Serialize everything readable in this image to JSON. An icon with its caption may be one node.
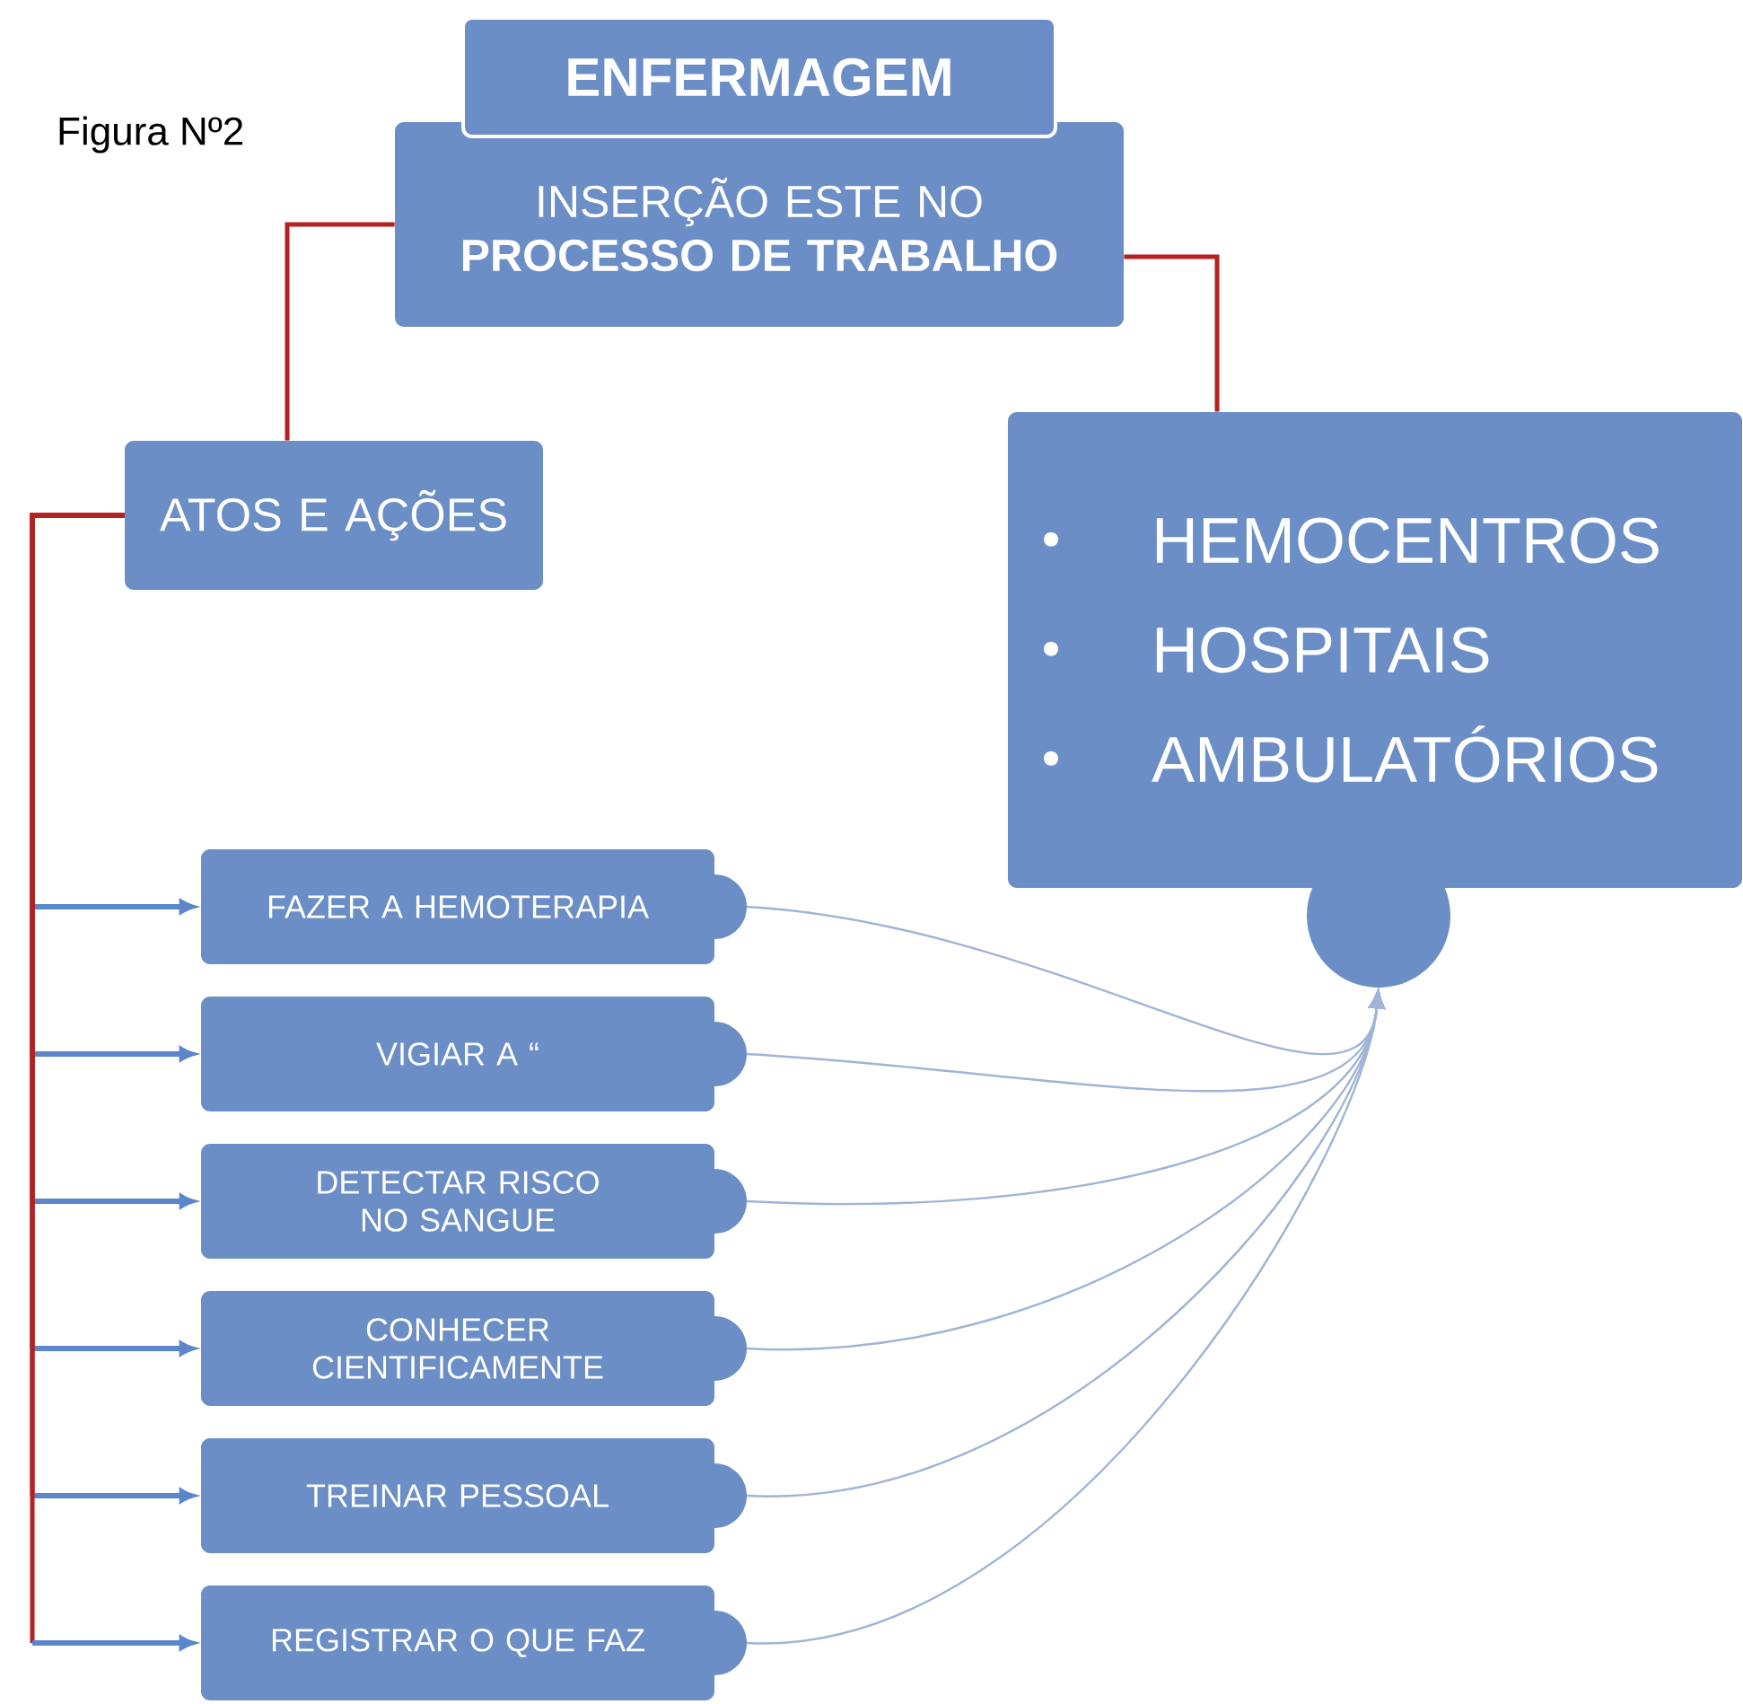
{
  "diagram": {
    "nodes": [
      {
        "text": [
          "ENFERMAGEM"
        ]
      },
      {
        "text": [
          "INSERÇÃO ESTE NO **PROCESSO DE TRABALHO**"
        ]
      },
      {
        "text": [
          "ATOS E AÇÕES"
        ]
      },
      {
        "text": [
          "HEMOCENTROS",
          "HOSPITAIS",
          "AMBULATÓRIOS"
        ]
      },
      {
        "text": [
          "FAZER A HEMOTERAPIA"
        ]
      },
      {
        "text": [
          "VIGIAR A “"
        ]
      },
      {
        "text": [
          "DETECTAR RISCO NO SANGUE"
        ]
      },
      {
        "text": [
          "CONHECER CIENTIFICAMENTE"
        ]
      },
      {
        "text": [
          "TREINAR PESSOAL"
        ]
      },
      {
        "text": [
          "REGISTRAR O QUE FAZ"
        ]
      }
    ],
    "edges": [
      {
        "from": 1,
        "to": 2,
        "arrow": "none",
        "color": "#b22222"
      },
      {
        "from": 1,
        "to": 3,
        "arrow": "none",
        "color": "#b22222"
      },
      {
        "from": 2,
        "to": 4,
        "arrow": "to",
        "color": "#b22222"
      },
      {
        "from": 2,
        "to": 5,
        "arrow": "to",
        "color": "#b22222"
      },
      {
        "from": 2,
        "to": 6,
        "arrow": "to",
        "color": "#b22222"
      },
      {
        "from": 2,
        "to": 7,
        "arrow": "to",
        "color": "#b22222"
      },
      {
        "from": 2,
        "to": 8,
        "arrow": "to",
        "color": "#b22222"
      },
      {
        "from": 2,
        "to": 9,
        "arrow": "to",
        "color": "#b22222"
      },
      {
        "from": 4,
        "to": 3,
        "arrow": "to",
        "color": "#9fb4d6"
      },
      {
        "from": 5,
        "to": 3,
        "arrow": "to",
        "color": "#9fb4d6"
      },
      {
        "from": 6,
        "to": 3,
        "arrow": "to",
        "color": "#9fb4d6"
      },
      {
        "from": 7,
        "to": 3,
        "arrow": "to",
        "color": "#9fb4d6"
      },
      {
        "from": 8,
        "to": 3,
        "arrow": "to",
        "color": "#9fb4d6"
      },
      {
        "from": 9,
        "to": 3,
        "arrow": "to",
        "color": "#9fb4d6"
      }
    ],
    "labels": [
      "Figura Nº2"
    ]
  }
}
